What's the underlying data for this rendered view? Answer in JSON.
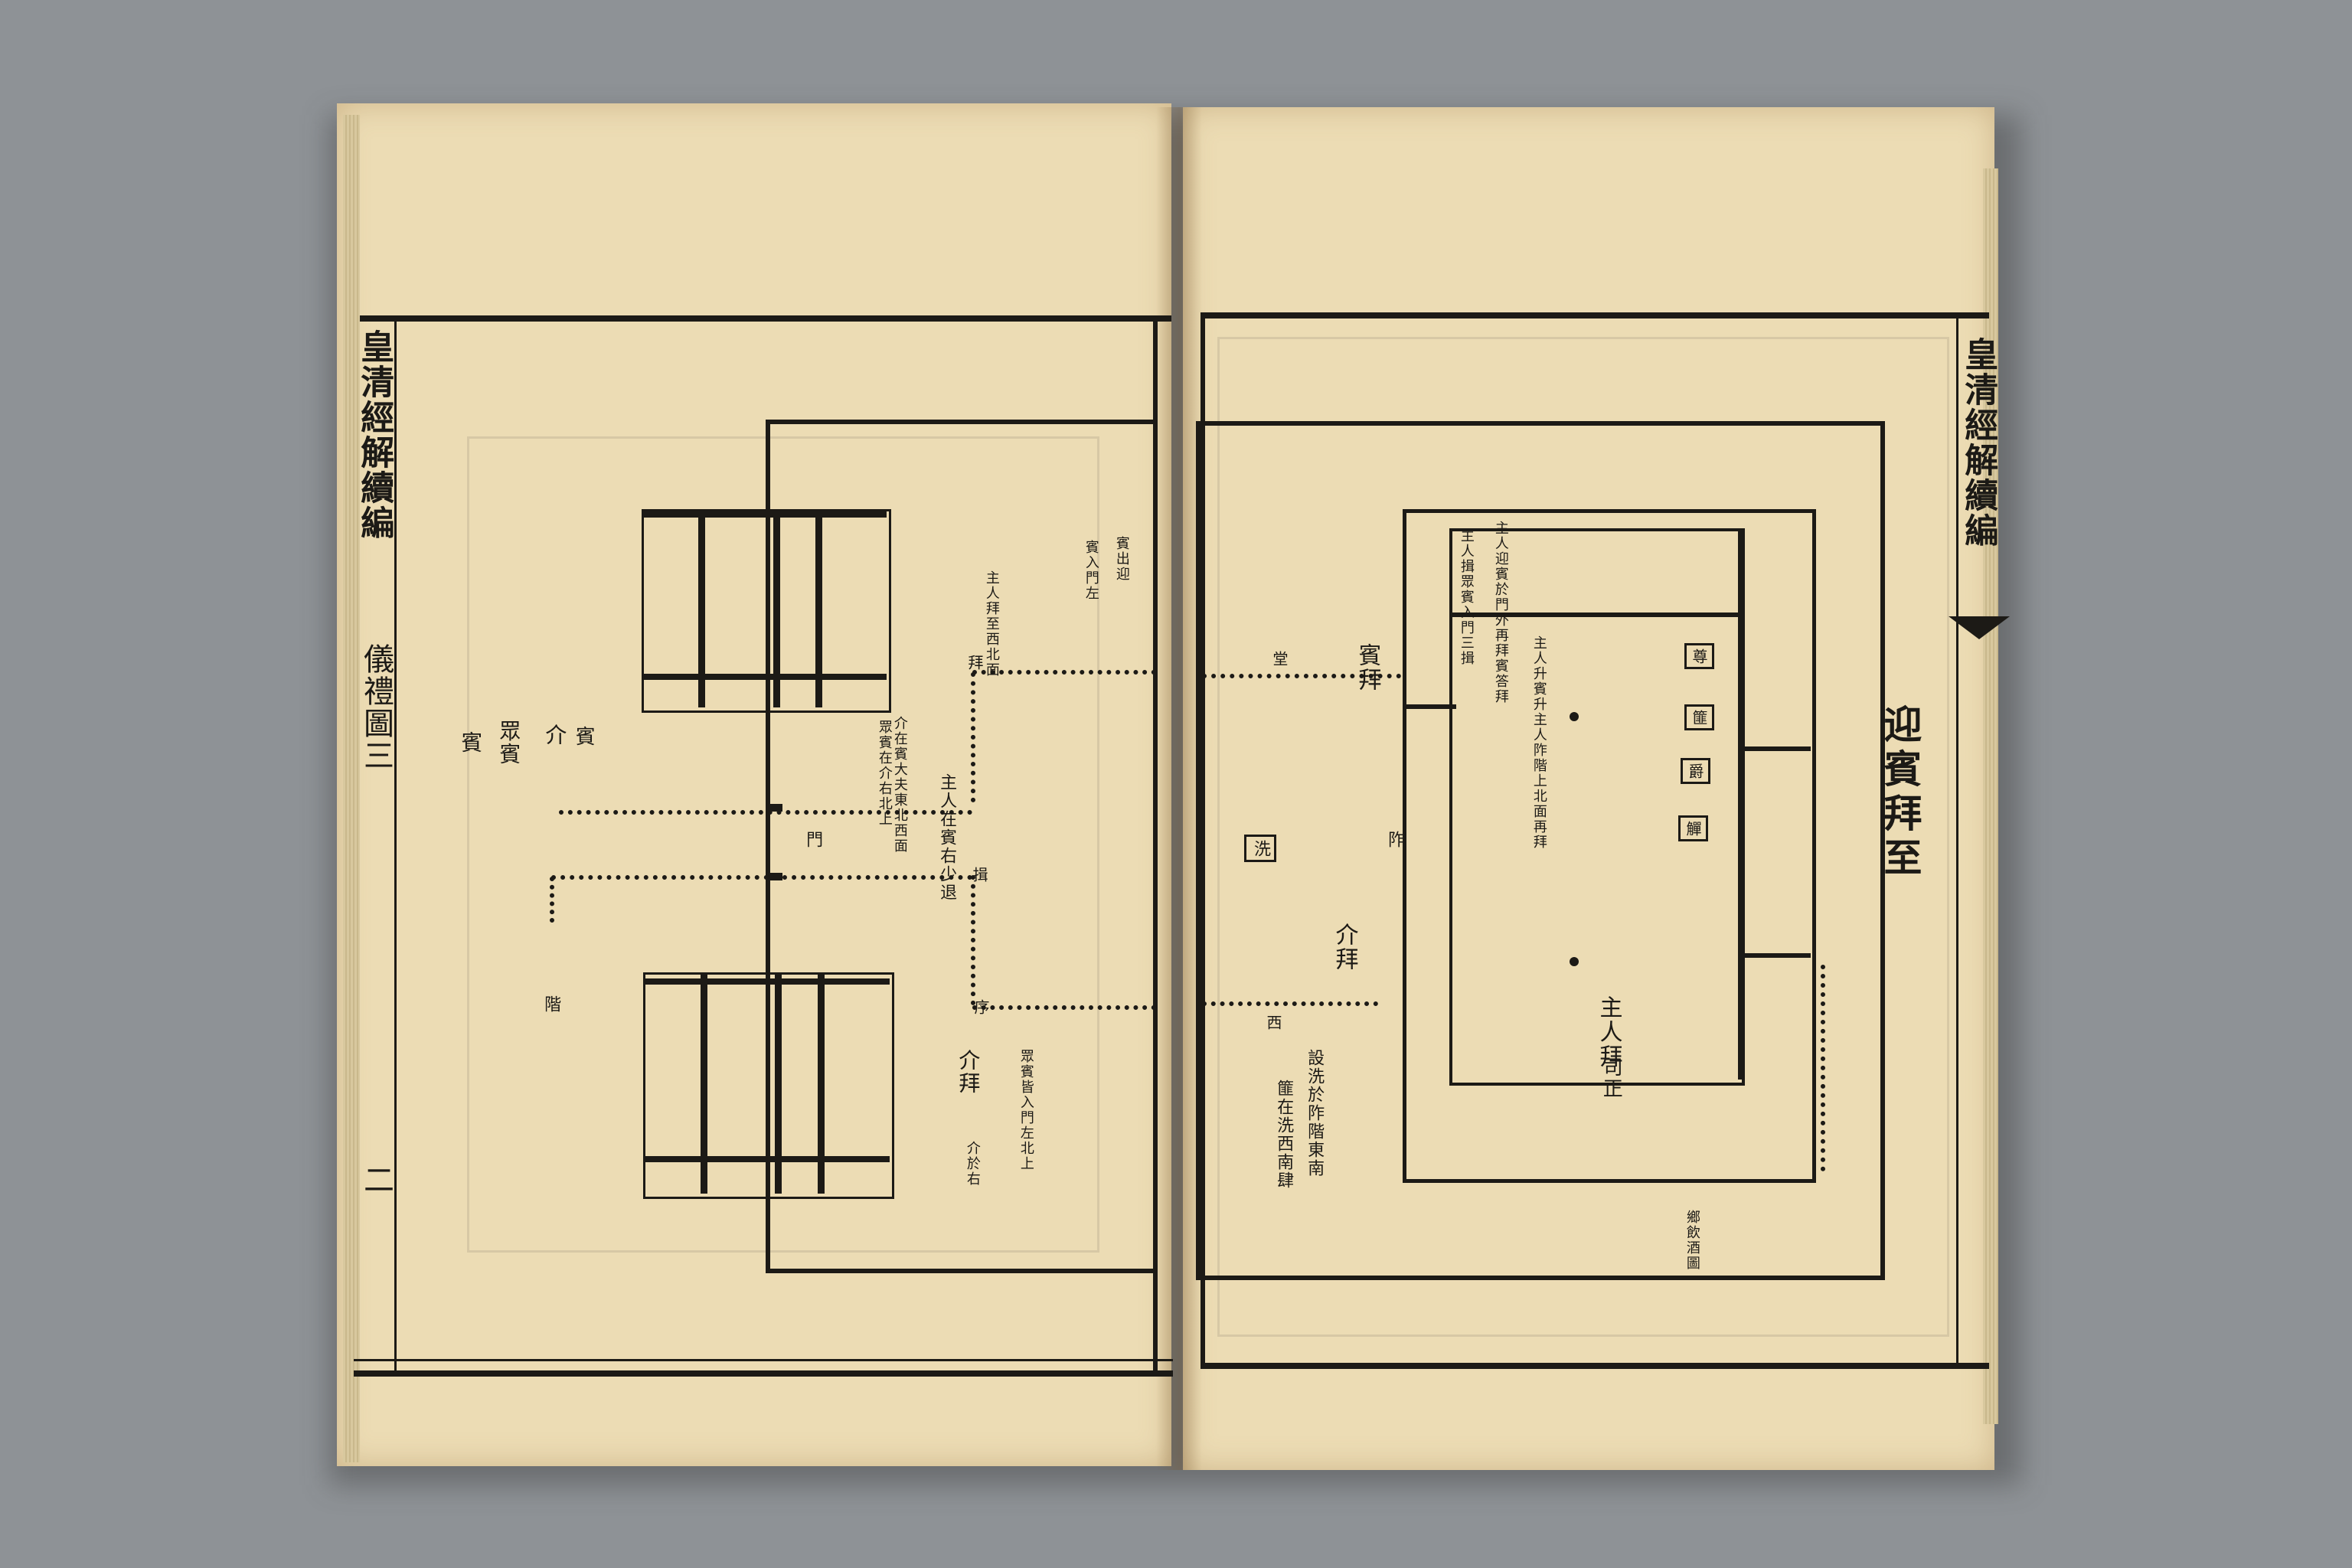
{
  "left_page": {
    "margin_title": "皇清經解續編",
    "section": "儀禮圖三",
    "folio": "二",
    "labels": {
      "bin": "賓",
      "zhong_bin": "眾賓",
      "jie": "介",
      "bin_top": "賓",
      "note_a": "介在賓大夫東北西面",
      "note_b": "眾賓在介右北上",
      "note_c": "主人在賓右少退",
      "note_d": "賓出迎",
      "note_e": "賓入門左",
      "men": "門",
      "bai": "拜",
      "bai2": "揖",
      "ju": "序",
      "fu": "階",
      "note_f": "主人拜至西北面",
      "note_g": "介拜",
      "note_h": "眾賓皆入門左北上",
      "note_i": "介於右"
    }
  },
  "right_page": {
    "margin_title": "皇清經解續編",
    "heading": "迎賓拜至",
    "labels": {
      "tang": "堂",
      "zuo": "阼",
      "xi": "西",
      "zhu_ren_bai": "主人拜",
      "si": "司正",
      "bin_bai": "賓拜",
      "jie_bai": "介拜",
      "note_top_a": "主人迎賓於門外再拜賓答拜",
      "note_top_b": "主人揖眾賓入門三揖",
      "note_top_c": "主人升賓升主人阼階上北面再拜",
      "note_low_a": "設洗於阼階東南",
      "note_low_b": "篚在洗西南肆",
      "box1": "尊",
      "box2": "篚",
      "box3": "爵",
      "box4": "觶",
      "small_box": "洗",
      "bottom_note": "鄉飲酒圖"
    }
  }
}
